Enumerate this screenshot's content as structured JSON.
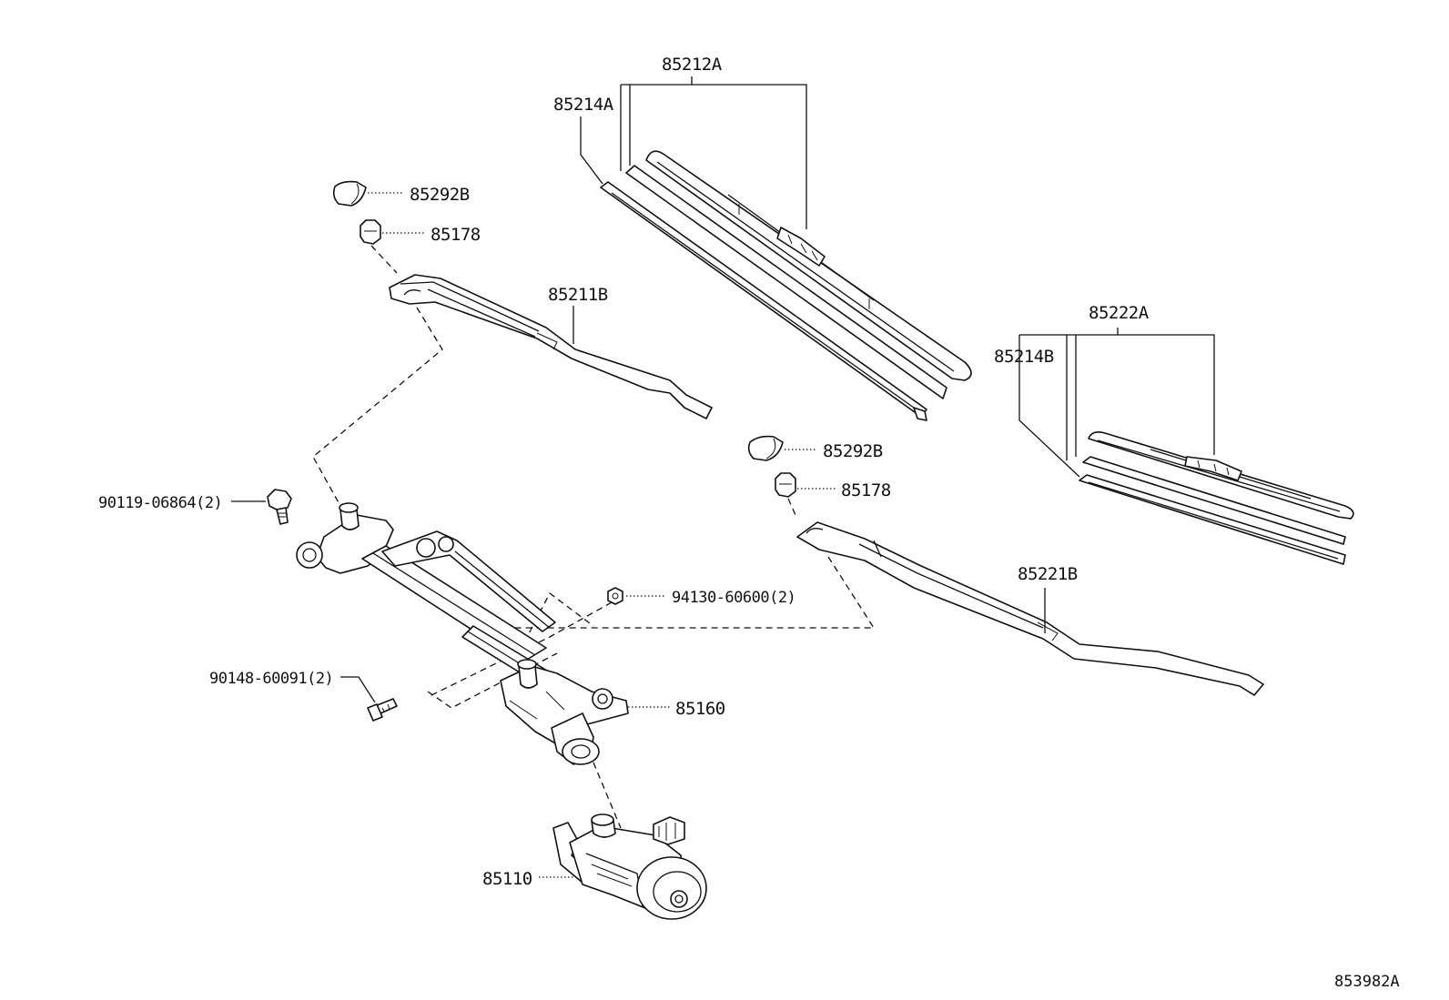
{
  "labels": {
    "blade_front_driver": "85212A",
    "rubber_front_driver": "85214A",
    "cap_left": "85292B",
    "nut_left": "85178",
    "arm_front_driver": "85211B",
    "blade_front_passenger": "85222A",
    "rubber_front_passenger": "85214B",
    "cap_right": "85292B",
    "nut_right": "85178",
    "arm_front_passenger": "85221B",
    "bolt_upper": "90119-06864(2)",
    "nut_link": "94130-60600(2)",
    "bolt_lower": "90148-60091(2)",
    "link_assembly": "85160",
    "motor": "85110"
  },
  "diagram_code": "853982A"
}
